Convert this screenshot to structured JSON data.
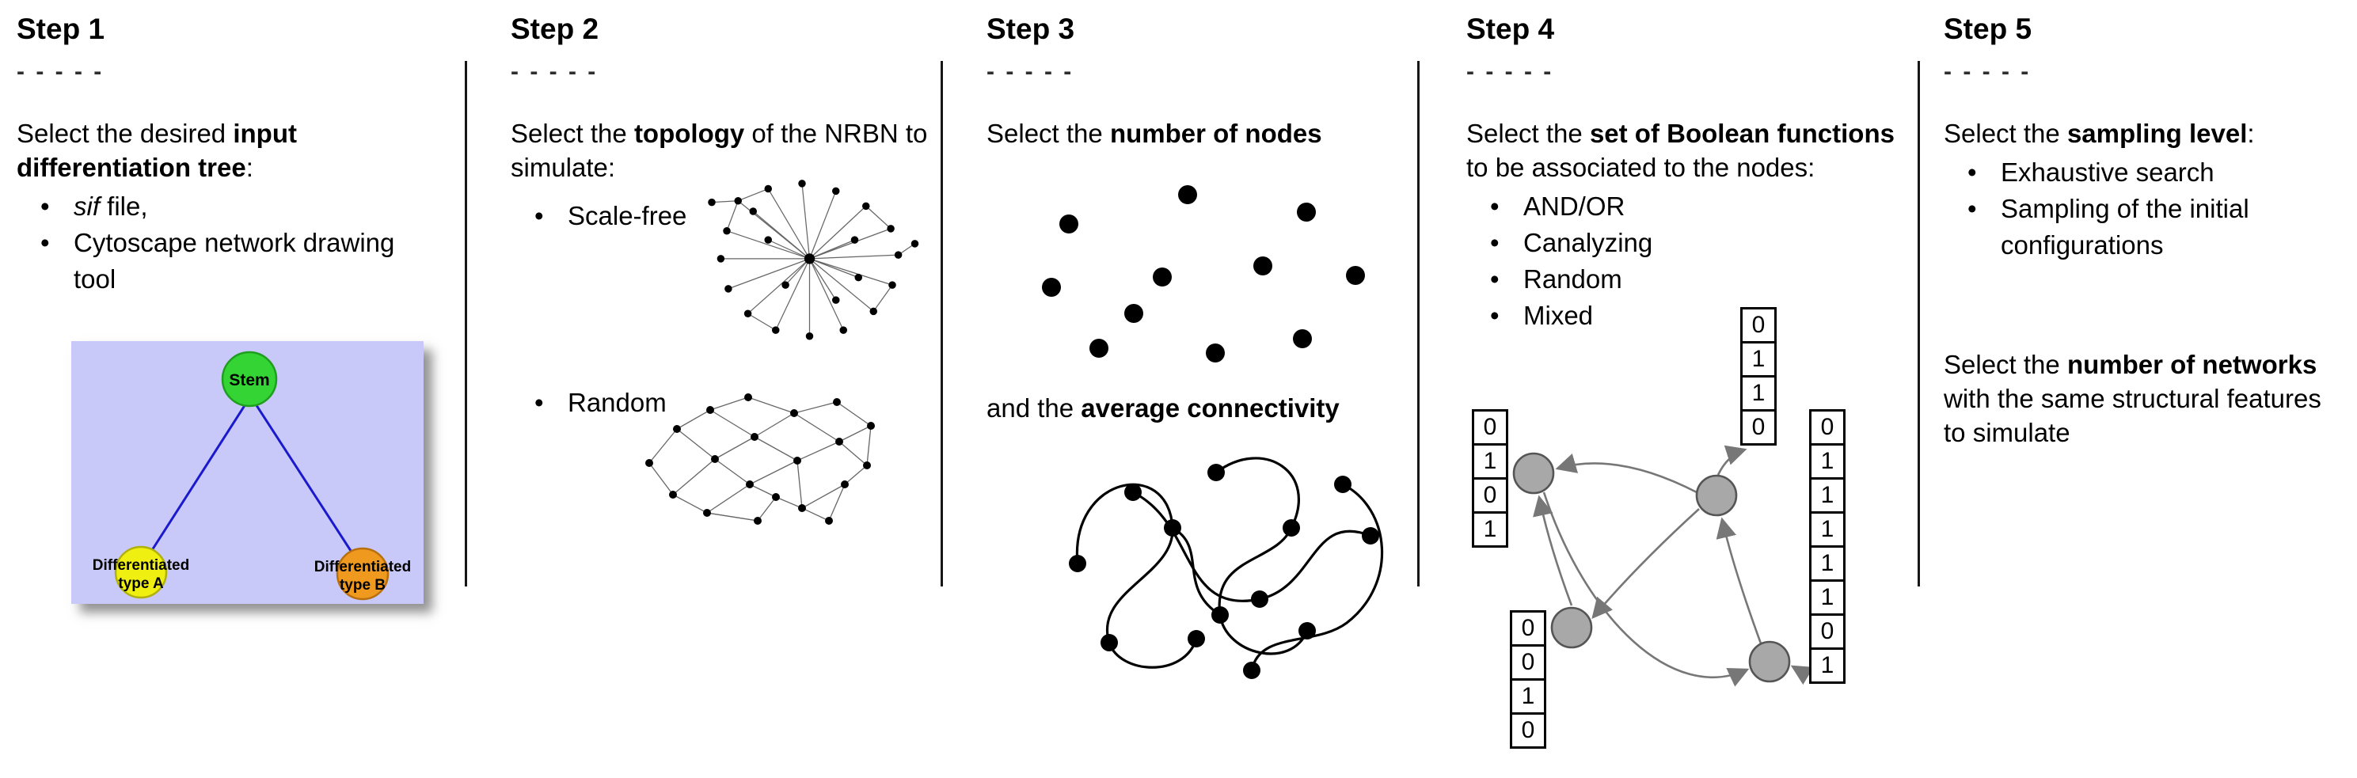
{
  "figure": {
    "steps": [
      {
        "title": "Step 1",
        "dashes": "- - - - -",
        "intro": {
          "pre": "Select the desired ",
          "bold": "input differentiation tree",
          "post": ":"
        },
        "bullets": [
          {
            "italic": "sif",
            "text": " file,"
          },
          {
            "text": "Cytoscape network drawing tool"
          }
        ],
        "tree": {
          "root_label": "Stem",
          "child_a_line1": "Differentiated",
          "child_a_line2": "type A",
          "child_b_line1": "Differentiated",
          "child_b_line2": "type B",
          "colors": {
            "background": "#c9c9f9",
            "root_fill": "#33d433",
            "child_a_fill": "#efef12",
            "child_b_fill": "#ef9a1e",
            "edge": "#1a1acc"
          }
        }
      },
      {
        "title": "Step 2",
        "dashes": "- - - - -",
        "intro": {
          "pre": "Select the ",
          "bold": "topology",
          "post": " of the NRBN to simulate:"
        },
        "bullets": [
          {
            "text": "Scale-free"
          },
          {
            "text": "Random"
          }
        ]
      },
      {
        "title": "Step 3",
        "dashes": "- - - - -",
        "intro": {
          "pre": "Select the ",
          "bold": "number of nodes",
          "post": ""
        },
        "second": {
          "pre": "and the ",
          "bold": "average connectivity",
          "post": ""
        }
      },
      {
        "title": "Step 4",
        "dashes": "- - - - -",
        "intro": {
          "pre": "Select the ",
          "bold": "set of Boolean functions",
          "post": " to be associated to the nodes:"
        },
        "bullets": [
          {
            "text": "AND/OR"
          },
          {
            "text": "Canalyzing"
          },
          {
            "text": "Random"
          },
          {
            "text": "Mixed"
          }
        ],
        "truth_tables": {
          "left": [
            "0",
            "1",
            "0",
            "1"
          ],
          "top": [
            "0",
            "1",
            "1",
            "0"
          ],
          "right": [
            "0",
            "1",
            "1",
            "1",
            "1",
            "1",
            "0",
            "1"
          ],
          "bottom": [
            "0",
            "0",
            "1",
            "0"
          ]
        }
      },
      {
        "title": "Step 5",
        "dashes": "- - - - -",
        "intro": {
          "pre": "Select the ",
          "bold": "sampling level",
          "post": ":"
        },
        "bullets": [
          {
            "text": "Exhaustive search"
          },
          {
            "text": "Sampling of the initial configurations"
          }
        ],
        "second": {
          "pre": "Select the ",
          "bold": "number of networks",
          "post": " with the same structural features to simulate"
        }
      }
    ]
  }
}
